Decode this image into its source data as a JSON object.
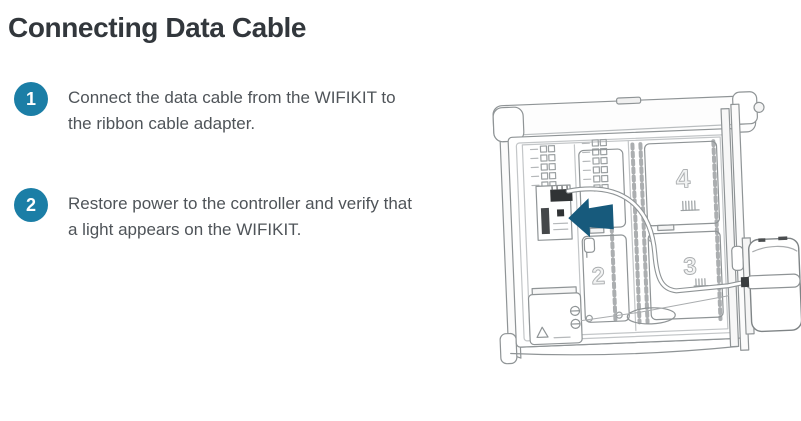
{
  "page": {
    "title": "Connecting Data Cable"
  },
  "steps": [
    {
      "number": "1",
      "text": "Connect the data cable from the WIFIKIT to the ribbon cable adapter."
    },
    {
      "number": "2",
      "text": "Restore power to the controller and verify that a light appears on the WIFIKIT."
    }
  ],
  "diagram": {
    "type": "technical-line-drawing",
    "subject": "Irrigation controller cabinet interior with data cable routed from the ribbon cable adapter to a WIFIKIT mounted on the right side of the cabinet",
    "module_labels": {
      "slot2": "2",
      "slot3": "3",
      "slot4": "4"
    },
    "callout": "arrow-pointing-to-ribbon-cable-adapter"
  },
  "colors": {
    "step_badge": "#1b7ea6",
    "callout_arrow": "#175a7c",
    "title_text": "#32373c",
    "body_text": "#4f5459",
    "diagram_lines": "#8f9496",
    "background": "#ffffff"
  }
}
